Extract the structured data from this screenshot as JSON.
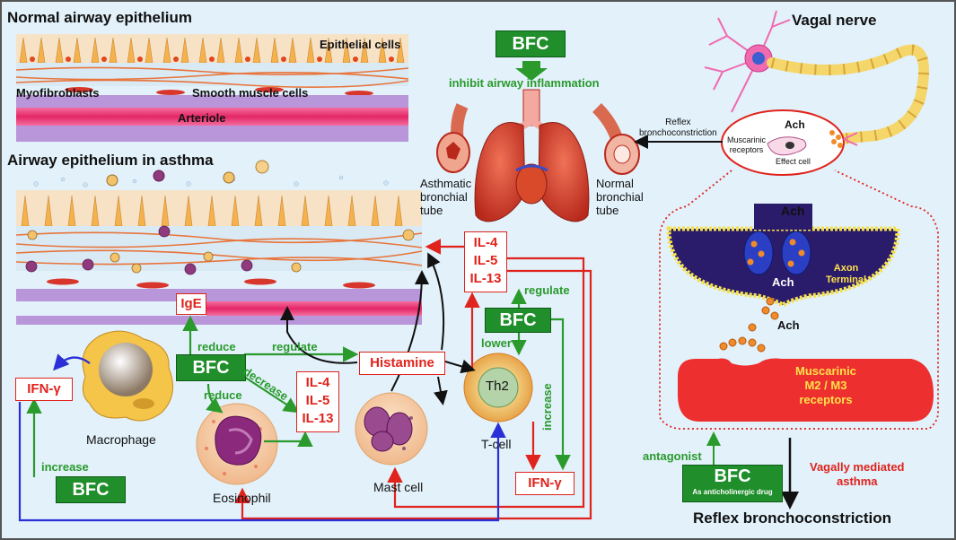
{
  "titles": {
    "normal_airway": "Normal airway epithelium",
    "asthma_airway": "Airway epithelium in asthma",
    "vagal_nerve": "Vagal nerve"
  },
  "normal_labels": {
    "epithelial_cells": "Epithelial cells",
    "myofibroblasts": "Myofibroblasts",
    "smooth_muscle": "Smooth muscle cells",
    "arteriole": "Arteriole"
  },
  "lung": {
    "bfc": "BFC",
    "inhibit": "inhibit airway inflammation",
    "asthmatic_tube": [
      "Asthmatic",
      "bronchial",
      "tube"
    ],
    "normal_tube": [
      "Normal",
      "bronchial",
      "tube"
    ]
  },
  "reflex": {
    "label": [
      "Reflex",
      "bronchoconstriction"
    ],
    "ach": "Ach",
    "muscarinic": [
      "Muscarinic",
      "receptors"
    ],
    "effect_cell": "Effect cell"
  },
  "synapse": {
    "ach_top": "Ach",
    "axon_terminal": [
      "Axon",
      "Terminal"
    ],
    "ach_gap": "Ach",
    "receptors": [
      "Muscarinic",
      "M2 / M3",
      "receptors"
    ],
    "antagonist": "antagonist",
    "bfc": "BFC",
    "bfc_sub": "As anticholinergic drug",
    "vagal_asthma": [
      "Vagally mediated",
      "asthma"
    ],
    "reflex_bottom": "Reflex bronchoconstriction"
  },
  "immune": {
    "ige": "IgE",
    "bfc_center": "BFC",
    "reduce_ige": "reduce",
    "regulate_hist": "regulate",
    "decrease": "decrease",
    "reduce_eos": "reduce",
    "cytokines_mid": [
      "IL-4",
      "IL-5",
      "IL-13"
    ],
    "cytokines_top": [
      "IL-4",
      "IL-5",
      "IL-13"
    ],
    "histamine": "Histamine",
    "regulate_top": "regulate",
    "bfc_th2": "BFC",
    "lower": "lower",
    "th2": "Th2",
    "increase_right": "increase",
    "ifn_right": "IFN-γ",
    "ifn_left": "IFN-γ",
    "increase_left": "increase",
    "bfc_left": "BFC",
    "macrophage": "Macrophage",
    "eosinophil": "Eosinophil",
    "mast_cell": "Mast cell",
    "t_cell": "T-cell"
  },
  "colors": {
    "bfc_green": "#1f8e2b",
    "arrow_red": "#e0231c",
    "arrow_blue": "#2a2fd6",
    "background": "#e2f1fa"
  }
}
